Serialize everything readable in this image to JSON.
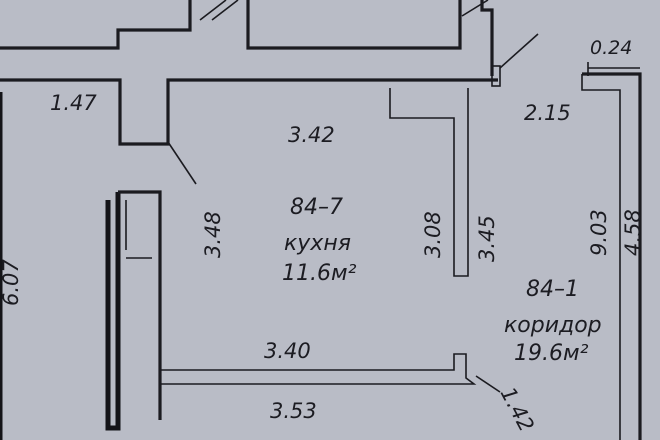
{
  "plan": {
    "dimensions": {
      "d_147": "1.47",
      "d_342": "3.42",
      "d_215": "2.15",
      "d_024": "0.24",
      "d_348": "3.48",
      "d_308": "3.08",
      "d_345": "3.45",
      "d_903": "9.03",
      "d_458": "4.58",
      "d_607": "6.07",
      "d_340": "3.40",
      "d_353": "3.53",
      "d_142": "1.42"
    },
    "rooms": {
      "kitchen": {
        "number": "84–7",
        "name": "кухня",
        "area": "11.6м²"
      },
      "corridor": {
        "number": "84–1",
        "name": "коридор",
        "area": "19.6м²"
      }
    },
    "colors": {
      "paper": "#b9bcc6",
      "ink": "#1b1b20"
    }
  }
}
